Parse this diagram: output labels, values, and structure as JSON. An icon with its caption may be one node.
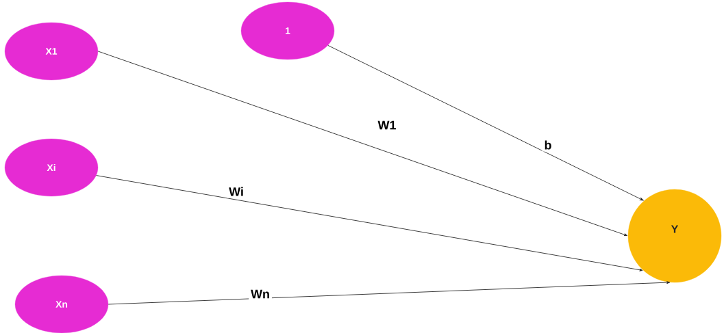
{
  "diagram": {
    "nodes": [
      {
        "text": [
          "X1"
        ]
      },
      {
        "text": [
          "1"
        ]
      },
      {
        "text": [
          "Xi"
        ]
      },
      {
        "text": [
          "Xn"
        ]
      },
      {
        "text": [
          "Y"
        ]
      }
    ],
    "edges": [
      {
        "from": 0,
        "to": 4,
        "arrow": "to",
        "label": "W1"
      },
      {
        "from": 1,
        "to": 4,
        "arrow": "to",
        "label": "b"
      },
      {
        "from": 2,
        "to": 4,
        "arrow": "to",
        "label": "Wi"
      },
      {
        "from": 3,
        "to": 4,
        "arrow": "to",
        "label": "Wn"
      }
    ]
  }
}
